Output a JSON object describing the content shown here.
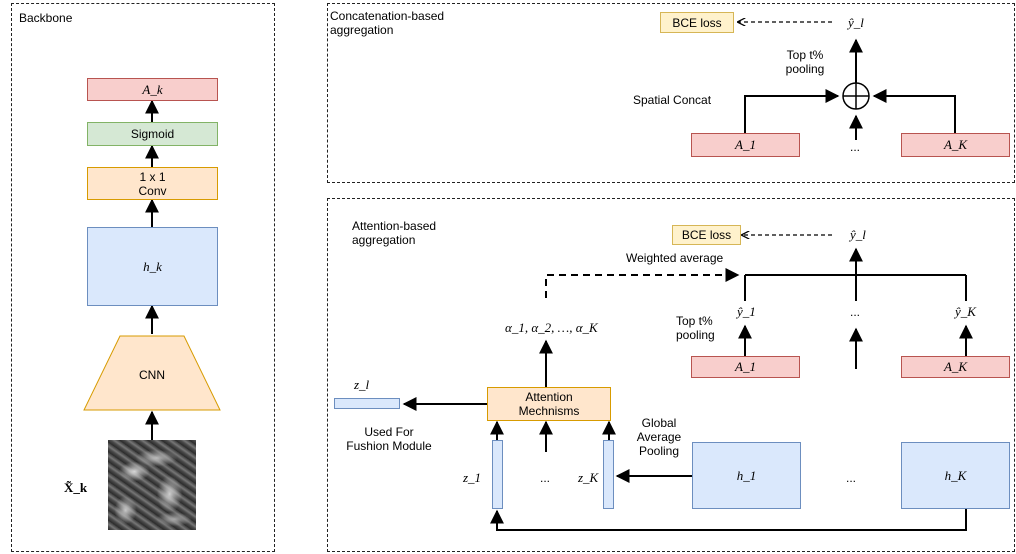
{
  "colors": {
    "pink_fill": "#f8cecc",
    "pink_stroke": "#b85450",
    "green_fill": "#d5e8d4",
    "green_stroke": "#82b366",
    "orange_fill": "#ffe6cc",
    "orange_stroke": "#d79b00",
    "blue_fill": "#dae8fc",
    "blue_stroke": "#6c8ebf",
    "yellow_fill": "#fff2cc",
    "yellow_stroke": "#d6b656"
  },
  "backbone": {
    "title": "Backbone",
    "a_k": "A_k",
    "sigmoid": "Sigmoid",
    "conv": "1 x 1\nConv",
    "h_k": "h_k",
    "cnn": "CNN",
    "x_k": "X̃_k"
  },
  "concat": {
    "title": "Concatenation-based\naggregation",
    "bce": "BCE loss",
    "y_hat": "ŷ_l",
    "top_pool": "Top t%\npooling",
    "spatial": "Spatial Concat",
    "a1": "A_1",
    "ak": "A_K",
    "dots": "..."
  },
  "attention": {
    "title": "Attention-based\naggregation",
    "bce": "BCE loss",
    "y_hat": "ŷ_l",
    "weighted": "Weighted average",
    "alphas": "α_1, α_2, …, α_K",
    "top_pool": "Top t%\npooling",
    "y1": "ŷ_1",
    "yk": "ŷ_K",
    "a1": "A_1",
    "ak": "A_K",
    "dots_mid": "...",
    "zl": "z_l",
    "used": "Used For\nFushion Module",
    "mech": "Attention\nMechnisms",
    "gap": "Global\nAverage\nPooling",
    "z1": "z_1",
    "zk": "z_K",
    "dots_z": "...",
    "h1": "h_1",
    "hk": "h_K",
    "dots_h": "..."
  }
}
